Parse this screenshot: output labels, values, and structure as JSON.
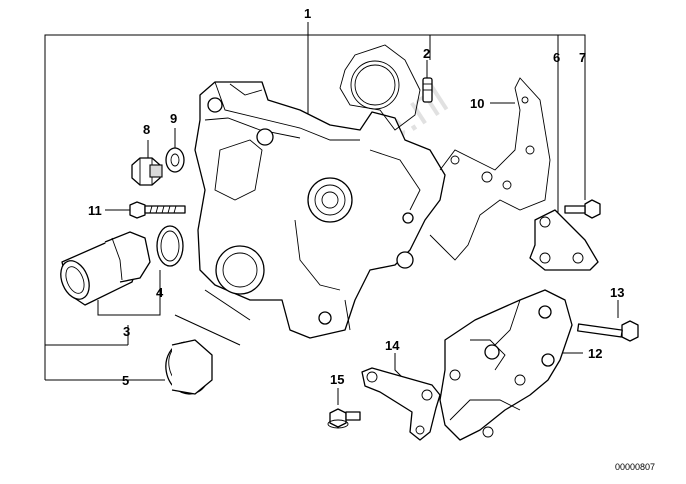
{
  "callouts": {
    "c1": "1",
    "c2": "2",
    "c3": "3",
    "c4": "4",
    "c5": "5",
    "c6": "6",
    "c7": "7",
    "c8": "8",
    "c9": "9",
    "c10": "10",
    "c11": "11",
    "c12": "12",
    "c13": "13",
    "c14": "14",
    "c15": "15"
  },
  "diagram_number": "00000807",
  "watermark": "BMWstore.nl"
}
